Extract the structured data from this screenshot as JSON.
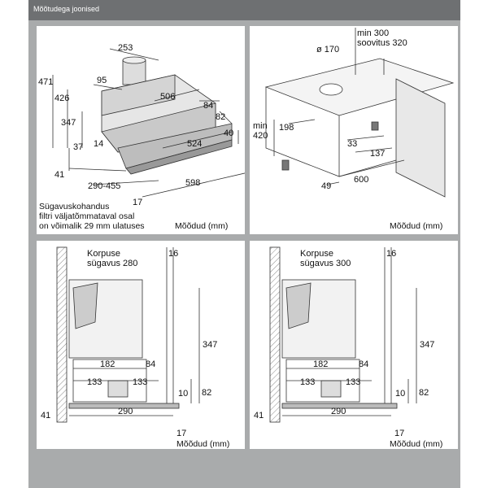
{
  "header": {
    "title": "Mõõtudega joonised"
  },
  "unit_label": "Mõõdud (mm)",
  "panel1": {
    "dims": {
      "d253": "253",
      "d471": "471",
      "d426": "426",
      "d95": "95",
      "d506": "506",
      "d84": "84",
      "d82": "82",
      "d347": "347",
      "d14": "14",
      "d37": "37",
      "d524": "524",
      "d40": "40",
      "d41": "41",
      "d290_455": "290-455",
      "d598": "598",
      "d17": "17"
    },
    "note": [
      "Sügavuskohandus",
      "filtri väljatõmmataval osal",
      "on võimalik 29 mm ulatuses"
    ]
  },
  "panel2": {
    "dims": {
      "min300": "min 300",
      "sooovitus": "soovitus 320",
      "d170": "ø 170",
      "min420_a": "min",
      "min420_b": "420",
      "d198": "198",
      "d33": "33",
      "d137": "137",
      "d49": "49",
      "d600": "600"
    }
  },
  "panel3": {
    "korpuse": "Korpuse",
    "depth": "sügavus 280",
    "dims": {
      "d16": "16",
      "d347": "347",
      "d182": "182",
      "d84": "84",
      "d133a": "133",
      "d133b": "133",
      "d10": "10",
      "d82": "82",
      "d41": "41",
      "d290": "290",
      "d17": "17"
    }
  },
  "panel4": {
    "korpuse": "Korpuse",
    "depth": "sügavus 300",
    "dims": {
      "d16": "16",
      "d347": "347",
      "d182": "182",
      "d84": "84",
      "d133a": "133",
      "d133b": "133",
      "d10": "10",
      "d82": "82",
      "d41": "41",
      "d290": "290",
      "d17": "17"
    }
  }
}
